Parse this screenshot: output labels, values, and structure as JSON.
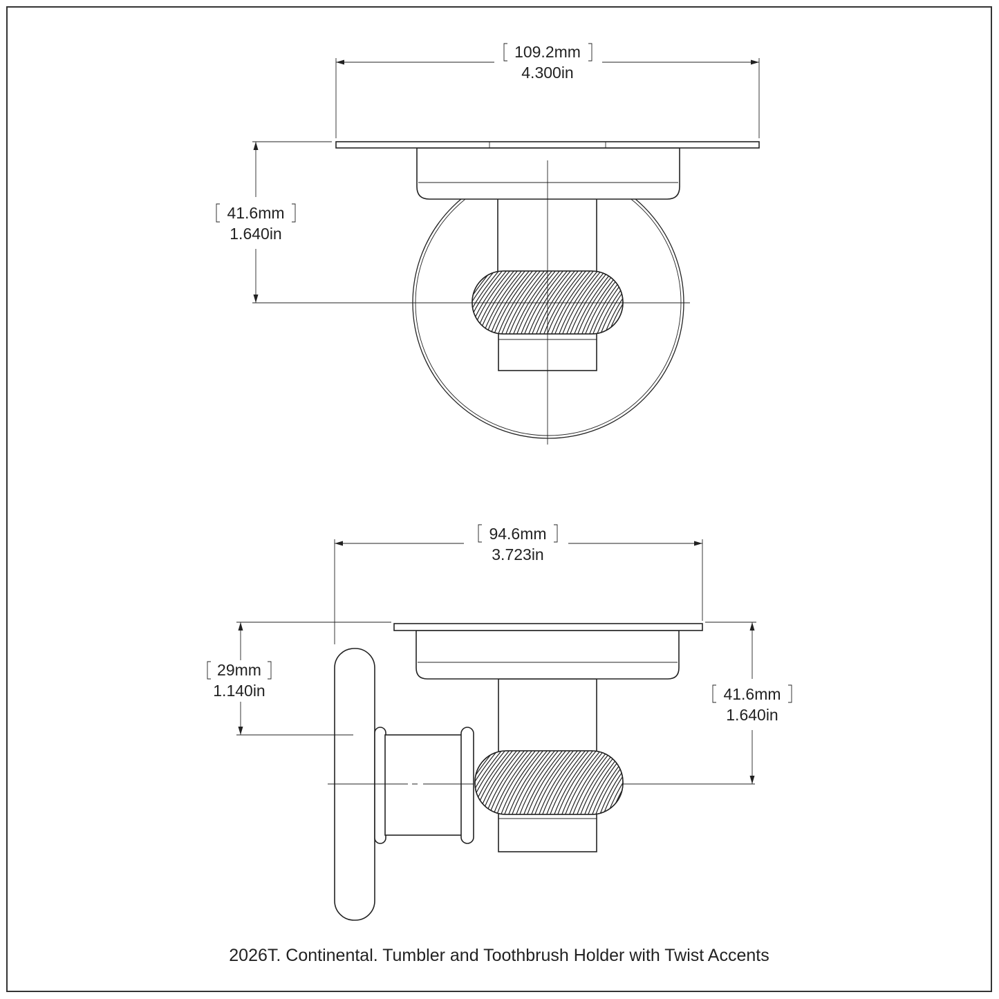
{
  "caption": "2026T. Continental. Tumbler and Toothbrush Holder with Twist Accents",
  "top_view": {
    "width_dimension": {
      "mm": "109.2mm",
      "in": "4.300in"
    },
    "depth_dimension": {
      "mm": "41.6mm",
      "in": "1.640in"
    }
  },
  "side_view": {
    "width_dimension": {
      "mm": "94.6mm",
      "in": "3.723in"
    },
    "offset_dimension": {
      "mm": "29mm",
      "in": "1.140in"
    },
    "height_dimension": {
      "mm": "41.6mm",
      "in": "1.640in"
    }
  },
  "colors": {
    "line": "#222222",
    "background": "#ffffff",
    "frame": "#333333"
  }
}
